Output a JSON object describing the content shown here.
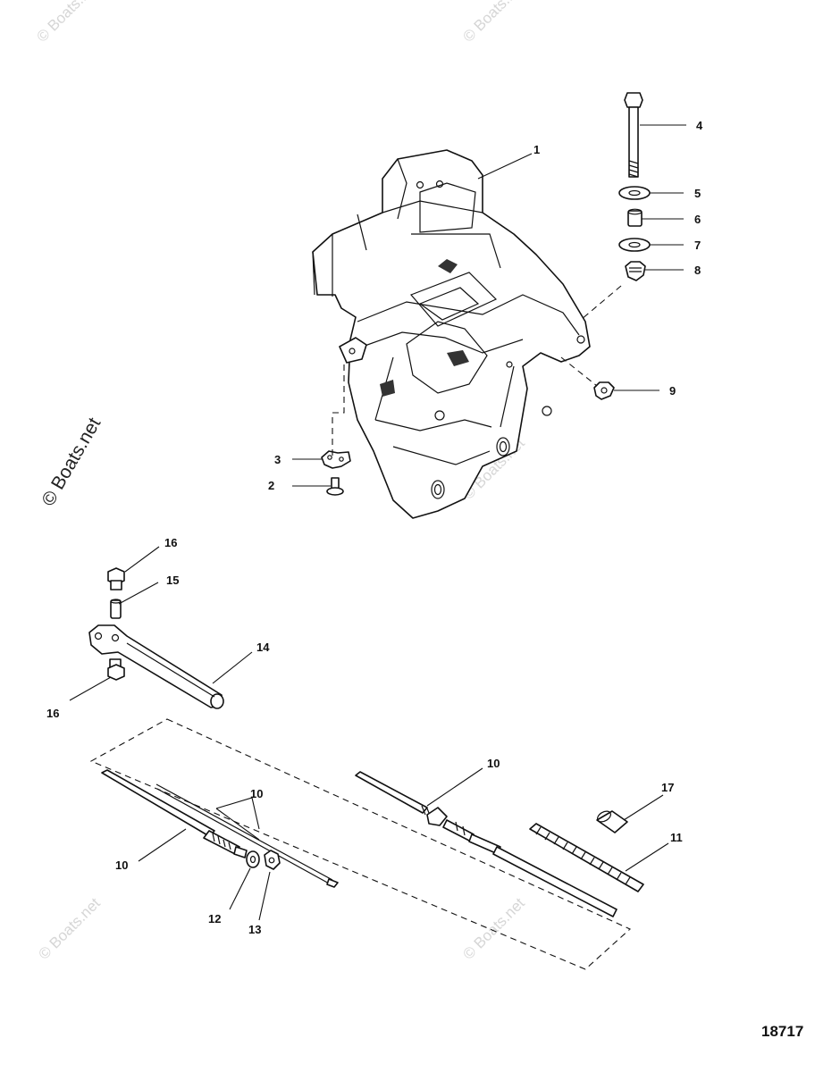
{
  "watermark": {
    "small": "© Boats.net",
    "large": "© Boats.net"
  },
  "drawing_number": "18717",
  "callouts": {
    "c1": "1",
    "c2": "2",
    "c3": "3",
    "c4": "4",
    "c5": "5",
    "c6": "6",
    "c7": "7",
    "c8": "8",
    "c9": "9",
    "c10a": "10",
    "c10b": "10",
    "c10c": "10",
    "c11": "11",
    "c12": "12",
    "c13": "13",
    "c14": "14",
    "c15": "15",
    "c16a": "16",
    "c16b": "16",
    "c17": "17"
  }
}
